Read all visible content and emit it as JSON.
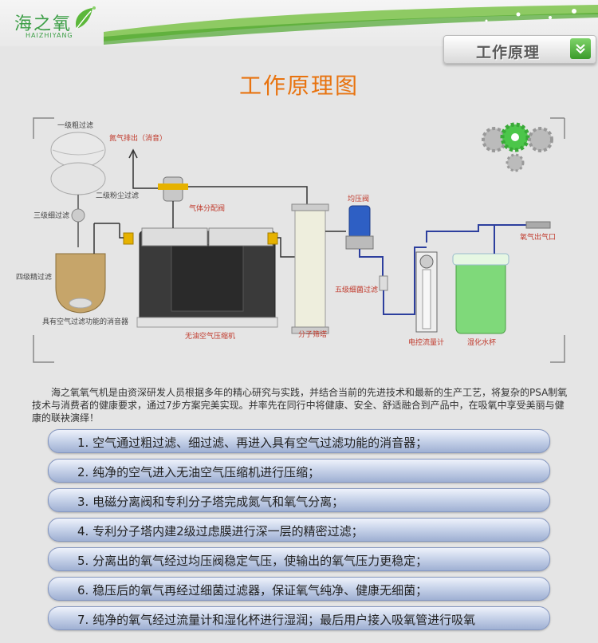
{
  "header": {
    "logo_cn": "海之氧",
    "logo_en": "HAIZHIYANG",
    "tab_label": "工作原理",
    "tab_button": "»",
    "brand_green": "#6bbf3e"
  },
  "main_title": "工作原理图",
  "diagram": {
    "labels": {
      "filter1": "一级粗过滤",
      "filter2": "二级粉尘过滤",
      "filter3": "三级细过滤",
      "filter4": "四级精过滤",
      "muffler": "具有空气过滤功能的消音器",
      "nitrogen_exhaust": "氮气排出（消音）",
      "gas_valve": "气体分配阀",
      "compressor": "无油空气压缩机",
      "sieve_tower": "分子筛塔",
      "pressure_valve": "均压阀",
      "bacteria_filter": "五级细菌过滤",
      "flowmeter": "电控流量计",
      "humidifier": "湿化水杯",
      "oxygen_outlet": "氧气出气口"
    }
  },
  "intro_text": "海之氧氧气机是由资深研发人员根据多年的精心研究与实践，并结合当前的先进技术和最新的生产工艺，将复杂的PSA制氧技术与消费者的健康要求，通过7步方案完美实现。并率先在同行中将健康、安全、舒适融合到产品中，在吸氧中享受美丽与健康的联袂演绎！",
  "steps": [
    {
      "text": "1.  空气通过粗过滤、细过滤、再进入具有空气过滤功能的消音器；"
    },
    {
      "text": "2.  纯净的空气进入无油空气压缩机进行压缩；"
    },
    {
      "text": "3.  电磁分离阀和专利分子塔完成氮气和氧气分离；"
    },
    {
      "text": "4.  专利分子塔内建2级过虑膜进行深一层的精密过滤；"
    },
    {
      "text": "5.  分离出的氧气经过均压阀稳定气压，使输出的氧气压力更稳定；"
    },
    {
      "text": "6.  稳压后的氧气再经过细菌过滤器，保证氧气纯净、健康无细菌；"
    },
    {
      "text": "7.  纯净的氧气经过流量计和湿化杯进行湿润；最后用户接入吸氧管进行吸氧"
    }
  ]
}
